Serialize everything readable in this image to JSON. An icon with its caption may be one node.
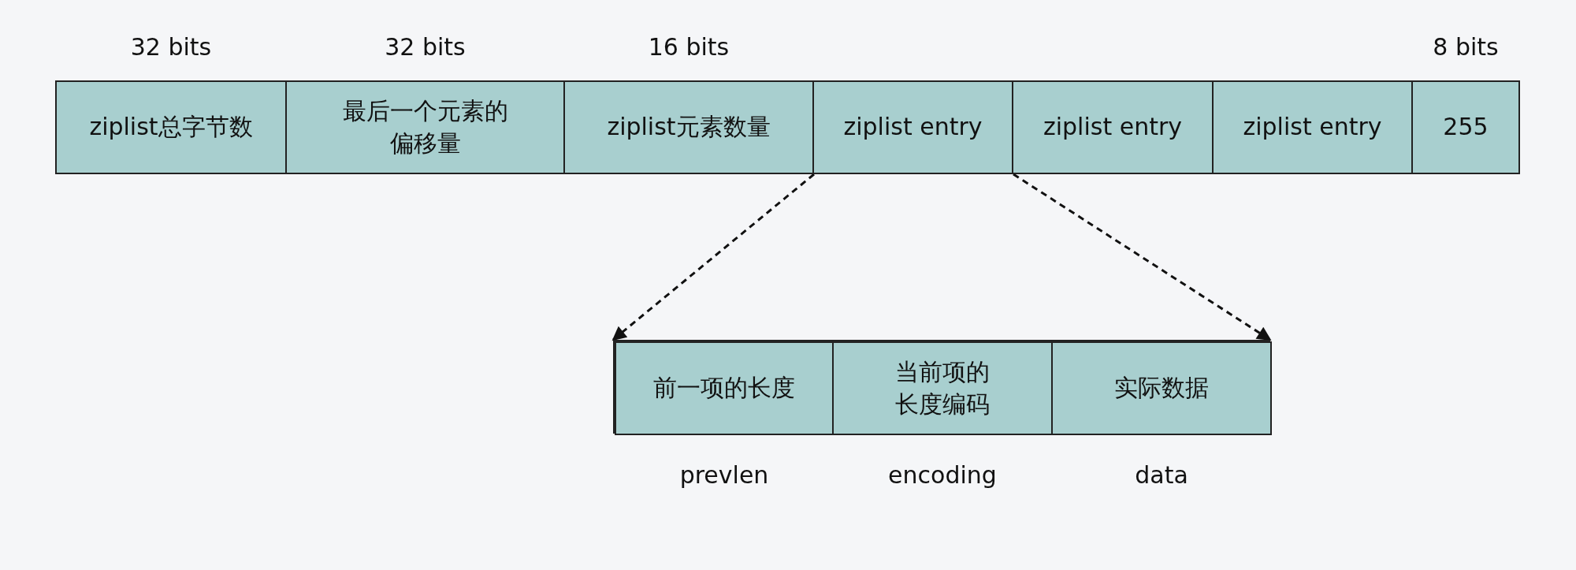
{
  "diagram": {
    "nodes": [
      {
        "text": [
          "ziplist总字节数"
        ],
        "beside": [
          "32 bits"
        ]
      },
      {
        "text": [
          "最后一个元素的偏移量"
        ],
        "beside": [
          "32 bits"
        ]
      },
      {
        "text": [
          "ziplist元素数量"
        ],
        "beside": [
          "16 bits"
        ]
      },
      {
        "text": [
          "ziplist entry"
        ]
      },
      {
        "text": [
          "ziplist entry"
        ]
      },
      {
        "text": [
          "ziplist entry"
        ]
      },
      {
        "text": [
          "255"
        ],
        "beside": [
          "8 bits"
        ]
      },
      {
        "text": [],
        "shape": "box"
      },
      {
        "text": [
          "前一项的长度"
        ],
        "in": 7,
        "beside": [
          "prevlen"
        ]
      },
      {
        "text": [
          "当前项的长度编码"
        ],
        "in": 7,
        "beside": [
          "encoding"
        ]
      },
      {
        "text": [
          "实际数据"
        ],
        "in": 7,
        "beside": [
          "data"
        ]
      }
    ],
    "edges": [
      {
        "from": 3,
        "to": 7,
        "arrow": "to",
        "style": "dashed"
      },
      {
        "from": 3,
        "to": 7,
        "arrow": "to",
        "style": "dashed"
      }
    ]
  }
}
